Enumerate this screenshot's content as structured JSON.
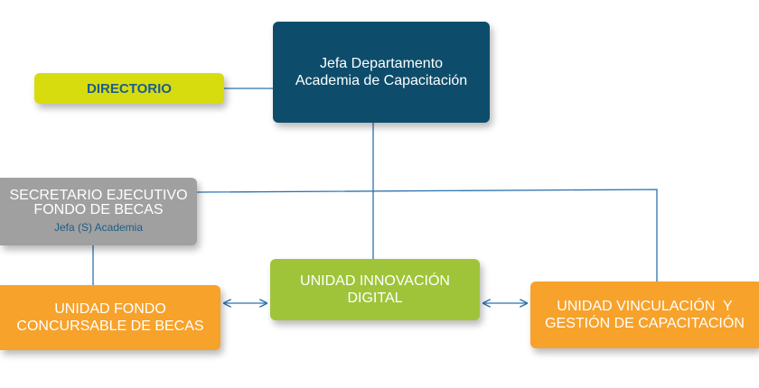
{
  "colors": {
    "navy": "#0d4d6b",
    "lime": "#d7dc0e",
    "gray": "#a0a0a0",
    "orange": "#f7a22b",
    "green": "#9fc43a",
    "line": "#2b72b0",
    "directorio_text": "#1d5d8a",
    "secretario_sub_text": "#1d5d8a"
  },
  "nodes": {
    "jefa": {
      "line1": "Jefa Departamento",
      "line2": "Academia de Capacitación"
    },
    "directorio": {
      "label": "DIRECTORIO"
    },
    "secretario": {
      "line1": "SECRETARIO EJECUTIVO",
      "line2": "FONDO DE BECAS",
      "sub": "Jefa (S) Academia"
    },
    "fondo": {
      "line1": "UNIDAD FONDO",
      "line2": "CONCURSABLE DE BECAS"
    },
    "innovacion": {
      "line1": "UNIDAD INNOVACIÓN",
      "line2": "DIGITAL"
    },
    "vinculacion": {
      "line1": "UNIDAD VINCULACIÓN  Y",
      "line2": "GESTIÓN DE CAPACITACIÓN"
    }
  }
}
